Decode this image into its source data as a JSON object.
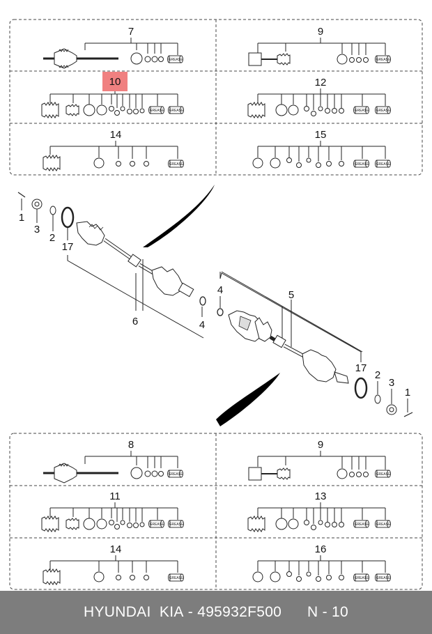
{
  "top_panel": {
    "cells": [
      {
        "label": "7"
      },
      {
        "label": "9"
      },
      {
        "label": "10",
        "highlight": true
      },
      {
        "label": "12"
      },
      {
        "label": "14"
      },
      {
        "label": "15"
      }
    ]
  },
  "bottom_panel": {
    "cells": [
      {
        "label": "8"
      },
      {
        "label": "9"
      },
      {
        "label": "11"
      },
      {
        "label": "13"
      },
      {
        "label": "14"
      },
      {
        "label": "16"
      }
    ]
  },
  "middle": {
    "left_callouts": [
      "1",
      "3",
      "2",
      "17",
      "6",
      "4"
    ],
    "right_callouts": [
      "4",
      "5",
      "17",
      "2",
      "3",
      "1"
    ]
  },
  "grease_text": "GREASE",
  "highlight_color": "#f08080",
  "footer": {
    "brand": "HYUNDAI  KIA",
    "part_number": "495932F500",
    "code": "N - 10",
    "separator": " - "
  }
}
